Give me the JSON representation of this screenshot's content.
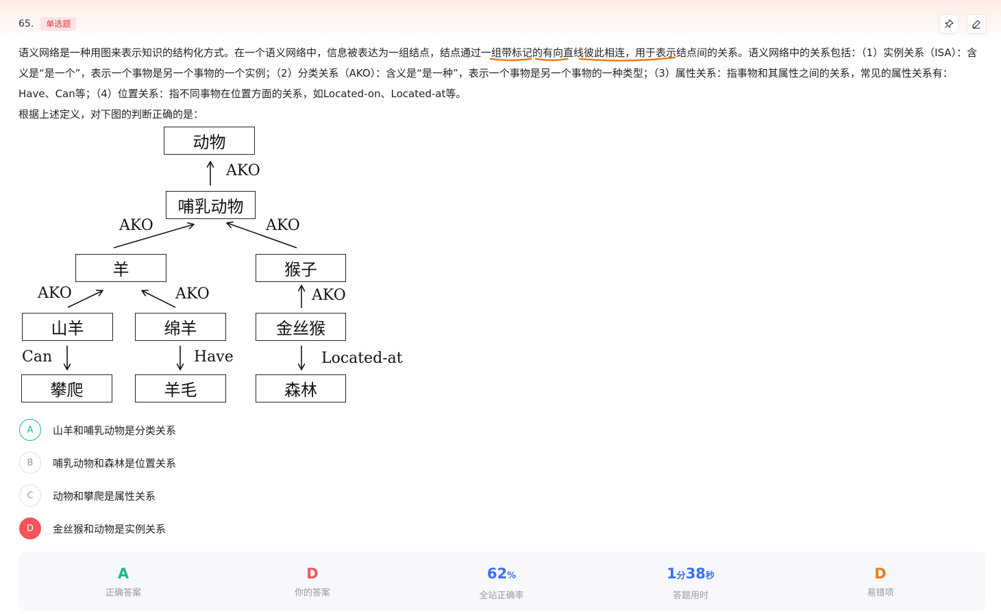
{
  "question": {
    "number": "65.",
    "type_badge": "单选题",
    "stem_part1": "语义网络是一种用图来表示知识的结构化方式。在一个语义网络中，信息被表达为一组结点，结点",
    "stem_highlight": "通过一组带标记的有向直线彼此相连，",
    "stem_part2": "用于表示结点间的关系。语义网络中的关系包括：（1）实例关系（ISA）：含义是“是一个”，表示一个事物是另一个事物的一个实例；（2）分类关系（AKO）：含义是“是一种”，表示一个事物是另一个事物的一种类型；（3）属性关系：指事物和其属性之间的关系，常见的属性关系有：Have、Can等；（4）位置关系：指不同事物在位置方面的关系，如Located-on、Located-at等。",
    "prompt": "根据上述定义，对下图的判断正确的是："
  },
  "diagram": {
    "nodes": {
      "animal": "动物",
      "mammal": "哺乳动物",
      "sheep": "羊",
      "monkey": "猴子",
      "goat": "山羊",
      "woolsheep": "绵羊",
      "goldmonkey": "金丝猴",
      "climb": "攀爬",
      "wool": "羊毛",
      "forest": "森林"
    },
    "edges": {
      "mammal_animal": "AKO",
      "sheep_mammal": "AKO",
      "monkey_mammal": "AKO",
      "goat_sheep": "AKO",
      "woolsheep_sheep": "AKO",
      "goldmonkey_monkey": "AKO",
      "goat_climb": "Can",
      "woolsheep_wool": "Have",
      "goldmonkey_forest": "Located-at"
    }
  },
  "options": [
    {
      "letter": "A",
      "text": "山羊和哺乳动物是分类关系",
      "state": "correct"
    },
    {
      "letter": "B",
      "text": "哺乳动物和森林是位置关系",
      "state": "normal"
    },
    {
      "letter": "C",
      "text": "动物和攀爬是属性关系",
      "state": "normal"
    },
    {
      "letter": "D",
      "text": "金丝猴和动物是实例关系",
      "state": "wrong"
    }
  ],
  "stats": {
    "correct_answer": {
      "value": "A",
      "label": "正确答案",
      "color": "#19b98a"
    },
    "your_answer": {
      "value": "D",
      "label": "你的答案",
      "color": "#f2545b"
    },
    "accuracy": {
      "value": "62",
      "unit": "%",
      "label": "全站正确率",
      "color": "#3a6ff0"
    },
    "time": {
      "min": "1",
      "min_unit": "分",
      "sec": "38",
      "sec_unit": "秒",
      "label": "答题用时",
      "color": "#3a6ff0"
    },
    "error_prone": {
      "value": "D",
      "label": "易错项",
      "color": "#f07a1a"
    }
  },
  "icons": {
    "pin": "pin-icon",
    "edit": "edit-icon"
  }
}
